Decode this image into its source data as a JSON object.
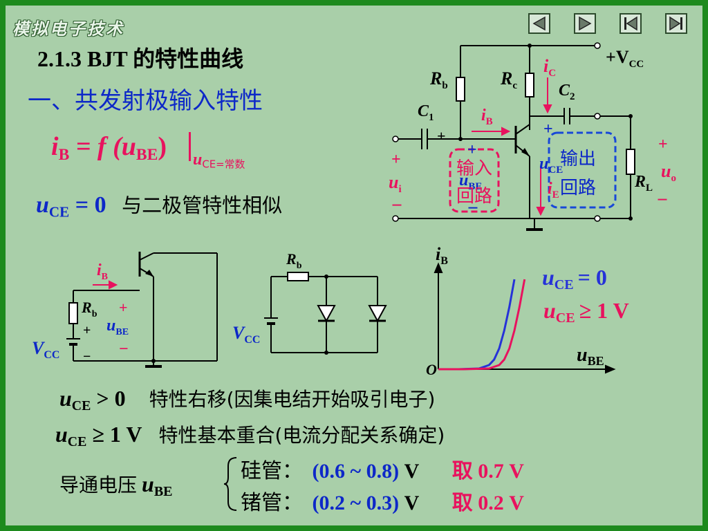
{
  "header": {
    "logo_text": "模拟电子技术",
    "nav": [
      "previous-icon",
      "next-icon",
      "first-icon",
      "last-icon"
    ]
  },
  "title": "2.1.3 BJT 的特性曲线",
  "subtitle": "一、共发射极输入特性",
  "formula": {
    "lhs": "i",
    "lhs_sub": "B",
    "eq": "= f (u",
    "arg_sub": "BE",
    "close": ")",
    "cond": "u",
    "cond_sub": "CE=常数"
  },
  "uce0_line": {
    "var": "u",
    "sub": "CE",
    "op": "= 0",
    "text": "与二极管特性相似"
  },
  "circuit_top": {
    "vcc": "+V",
    "vcc_sub": "CC",
    "rb": "R",
    "rb_sub": "b",
    "rc": "R",
    "rc_sub": "c",
    "c1": "C",
    "c1_sub": "1",
    "c2": "C",
    "c2_sub": "2",
    "ic": "i",
    "ic_sub": "C",
    "ib": "i",
    "ib_sub": "B",
    "ie": "i",
    "ie_sub": "E",
    "ui": "u",
    "ui_sub": "i",
    "uo": "u",
    "uo_sub": "o",
    "ube": "u",
    "ube_sub": "BE",
    "uce": "u",
    "uce_sub": "CE",
    "rl": "R",
    "rl_sub": "L",
    "plus": "+",
    "minus": "−",
    "input_loop": [
      "输入",
      "回路"
    ],
    "output_loop": [
      "输出",
      "回路"
    ]
  },
  "circuit_left": {
    "ib": "i",
    "ib_sub": "B",
    "rb": "R",
    "rb_sub": "b",
    "ube": "u",
    "ube_sub": "BE",
    "vcc": "V",
    "vcc_sub": "CC",
    "plus": "+",
    "minus": "−"
  },
  "circuit_mid": {
    "rb": "R",
    "rb_sub": "b",
    "vcc": "V",
    "vcc_sub": "CC"
  },
  "chart": {
    "ylabel": "i",
    "ylabel_sub": "B",
    "xlabel": "u",
    "xlabel_sub": "BE",
    "origin": "O",
    "legend": [
      {
        "var": "u",
        "sub": "CE",
        "op": "= 0",
        "color": "#2632d8"
      },
      {
        "var": "u",
        "sub": "CE",
        "op": "≥ 1 V",
        "color": "#e8125e"
      }
    ]
  },
  "chart_data": {
    "type": "line",
    "xlabel": "u_BE",
    "ylabel": "i_B",
    "series": [
      {
        "name": "u_CE = 0",
        "x": [
          0,
          0.2,
          0.4,
          0.5,
          0.55,
          0.6,
          0.65,
          0.7,
          0.75
        ],
        "values": [
          0,
          0,
          0.05,
          0.3,
          0.7,
          1.5,
          2.8,
          4.5,
          6.5
        ]
      },
      {
        "name": "u_CE ≥ 1 V",
        "x": [
          0,
          0.25,
          0.5,
          0.6,
          0.65,
          0.7,
          0.75,
          0.8,
          0.85
        ],
        "values": [
          0,
          0,
          0.05,
          0.3,
          0.7,
          1.5,
          2.8,
          4.5,
          6.5
        ]
      }
    ],
    "grid": false
  },
  "notes": [
    {
      "var": "u",
      "sub": "CE",
      "op": "> 0",
      "text": "特性右移(因集电结开始吸引电子)"
    },
    {
      "var": "u",
      "sub": "CE",
      "op": "≥ 1 V",
      "text": "特性基本重合(电流分配关系确定)"
    }
  ],
  "conduction": {
    "label": "导通电压",
    "var": "u",
    "sub": "BE",
    "rows": [
      {
        "name": "硅管：",
        "range": "(0.6 ~ 0.8)",
        "unit": "V",
        "take": "取 0.7 V"
      },
      {
        "name": "锗管：",
        "range": "(0.2 ~ 0.3)",
        "unit": "V",
        "take": "取 0.2 V"
      }
    ]
  }
}
